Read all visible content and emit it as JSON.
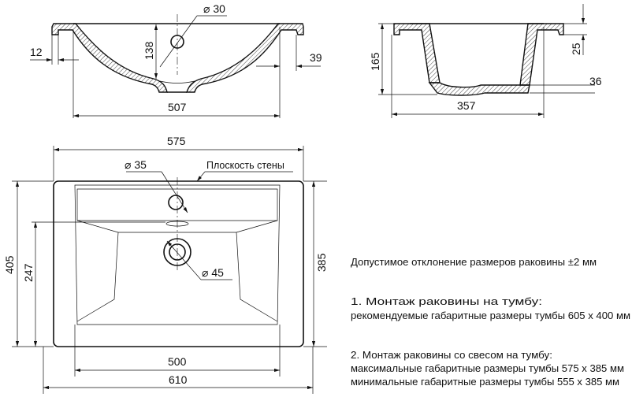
{
  "section_front": {
    "hole_diameter": "30",
    "flange_left": "12",
    "depth": "138",
    "flange_right": "39",
    "bowl_width": "507"
  },
  "section_side": {
    "height": "165",
    "rim": "25",
    "bottom": "36",
    "depth": "357"
  },
  "plan": {
    "inner_width": "575",
    "tap_hole_diameter": "35",
    "wall_label": "Плоскость стены",
    "overall_depth": "405",
    "drain_offset": "247",
    "drain_diameter": "45",
    "inner_depth": "385",
    "basin_width": "500",
    "overall_width": "610"
  },
  "notes": {
    "tolerance": "Допустимое отклонение размеров раковины ±2 мм",
    "mount1_title": "1. Монтаж раковины на тумбу:",
    "mount1_line": "рекомендуемые габаритные размеры тумбы 605 х 400 мм",
    "mount2_title": "2. Монтаж раковины со свесом на тумбу:",
    "mount2_max": "максимальные габаритные размеры тумбы 575 х 385 мм",
    "mount2_min": "минимальные габаритные размеры тумбы 555 х 385 мм"
  }
}
